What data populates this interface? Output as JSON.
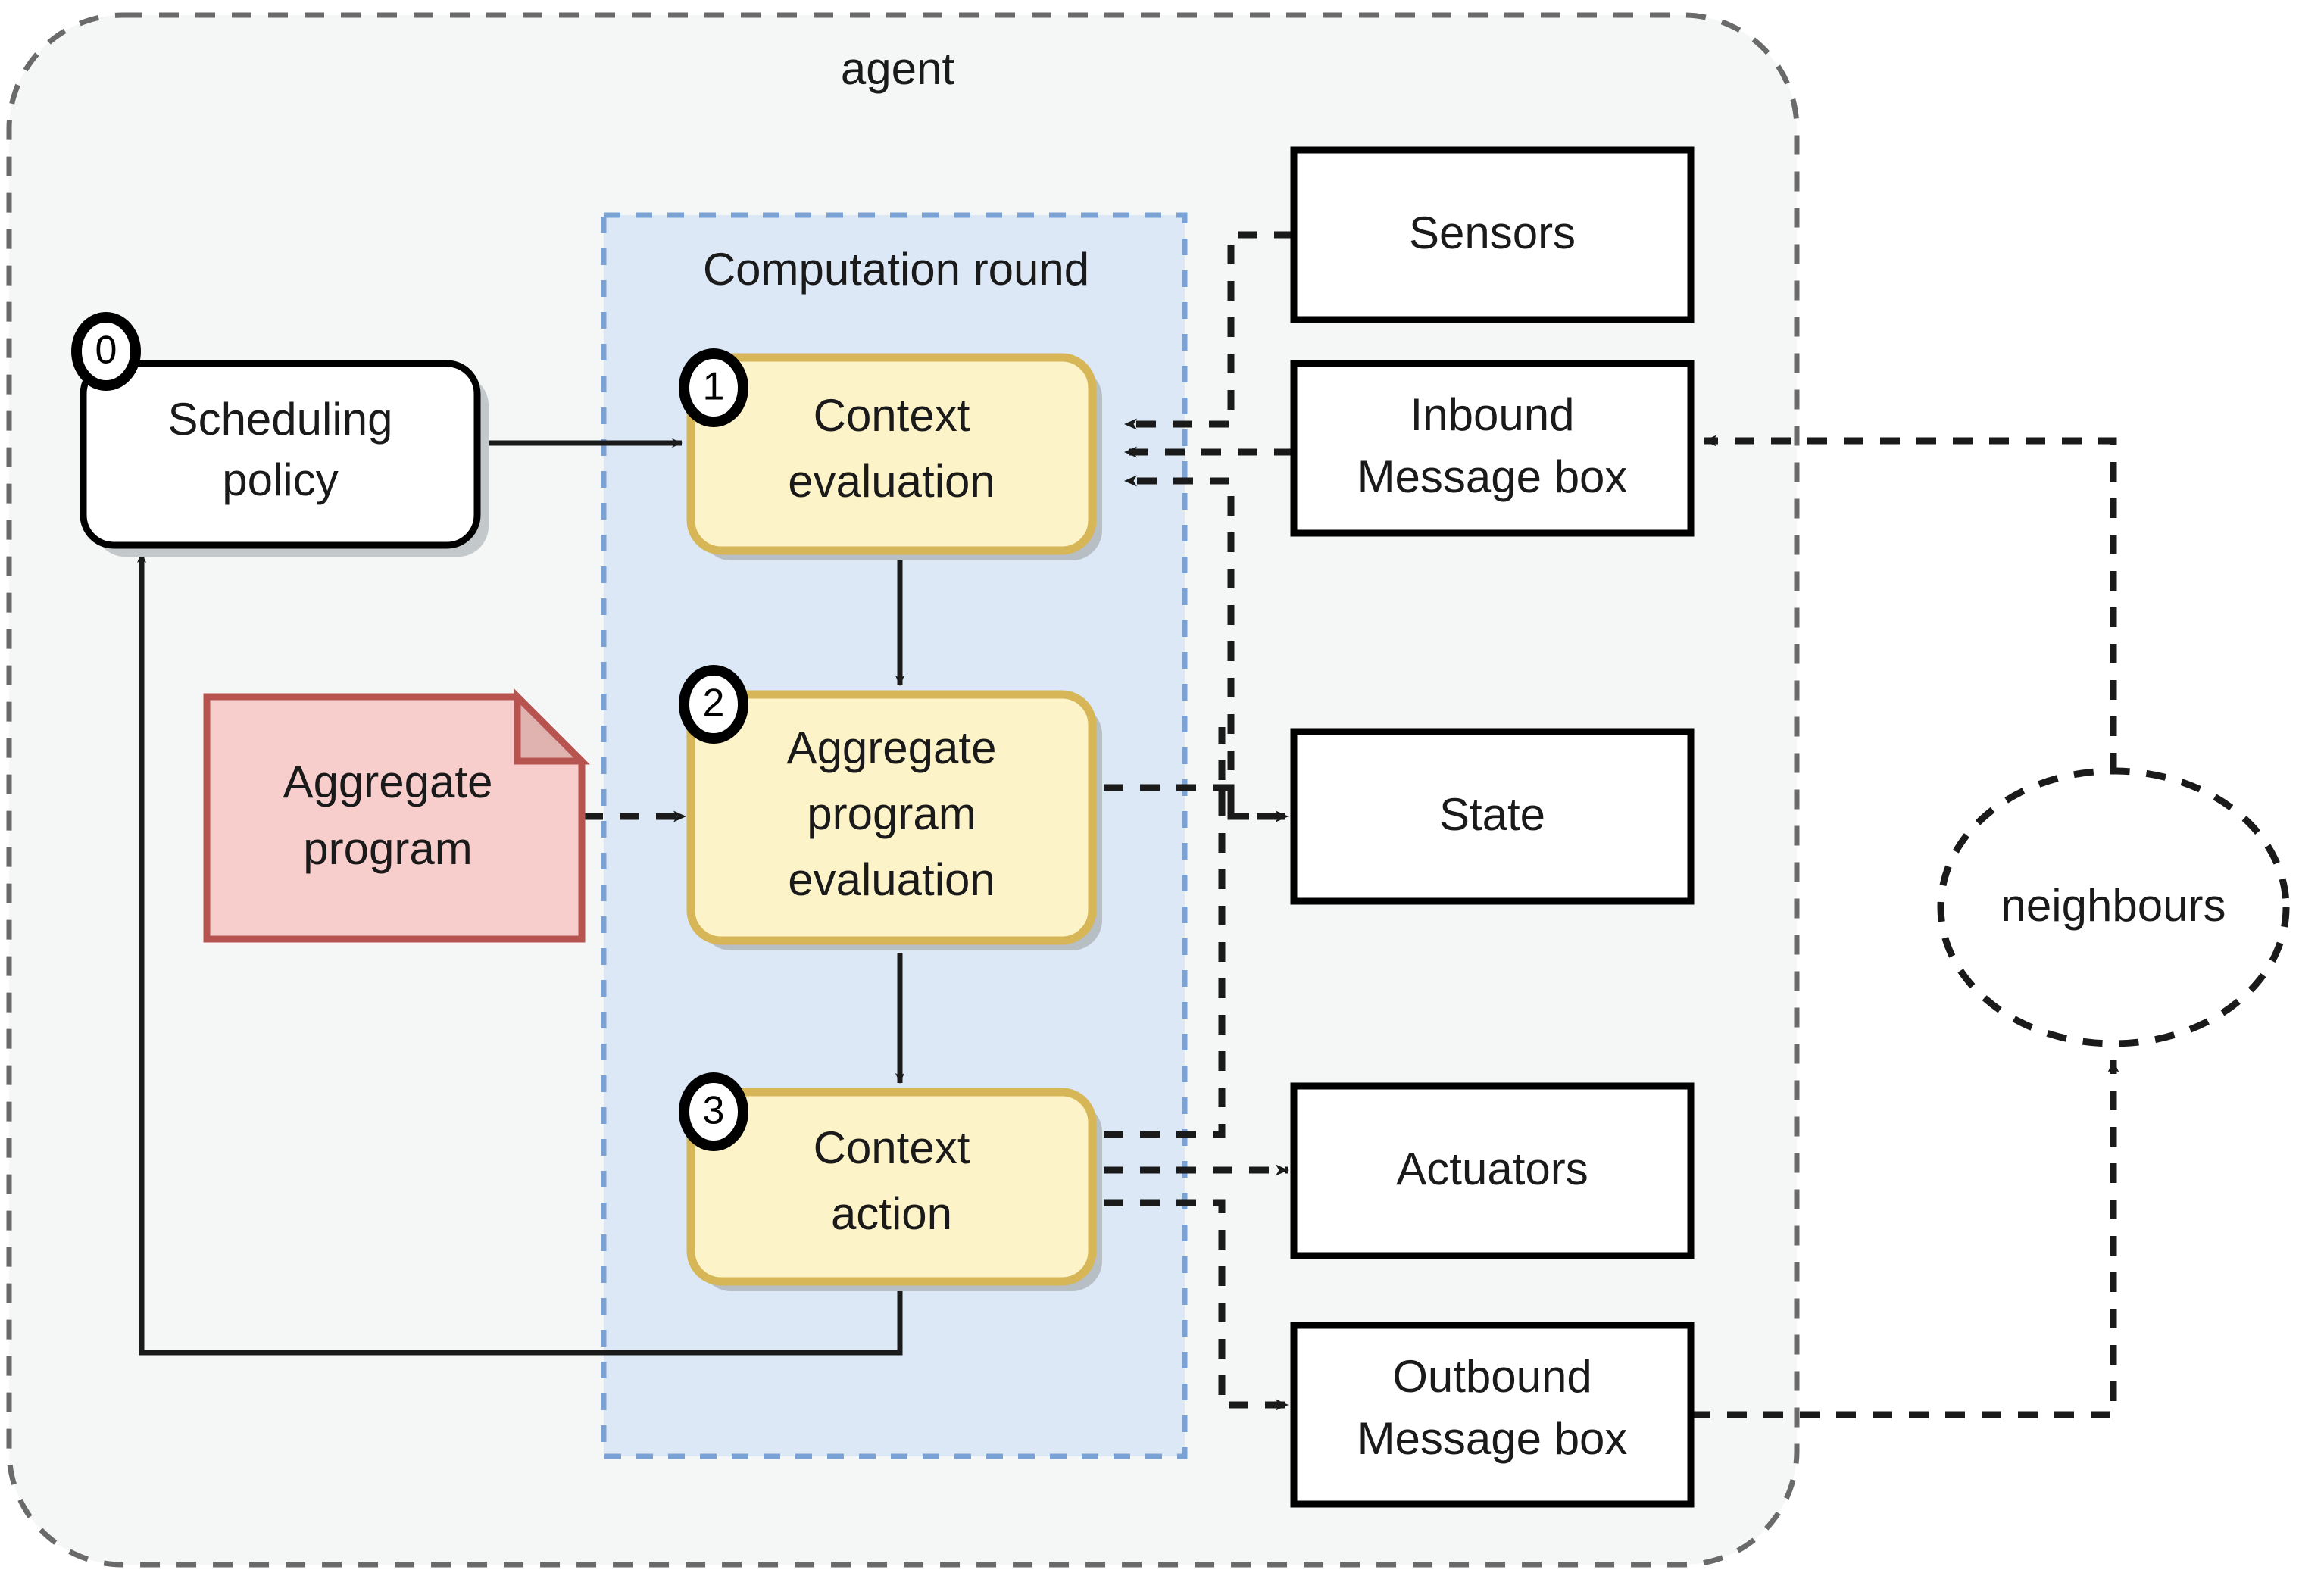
{
  "diagram": {
    "title": "agent",
    "agent_container": {
      "label": "agent"
    },
    "round_container": {
      "label": "Computation round"
    },
    "colors": {
      "agent_fill": "#f4f7f6",
      "agent_stroke": "#666666",
      "round_fill": "#dce8f6",
      "round_stroke": "#7ba2d4",
      "step_fill": "#fdf3c8",
      "step_stroke": "#d6b656",
      "note_fill": "#f8cecc",
      "note_stroke": "#b85450",
      "box_fill": "#ffffff",
      "box_stroke": "#000000",
      "edge": "#1a1a1a",
      "shadow": "#b0b6ba"
    },
    "steps": [
      {
        "badge": "0",
        "label_line1": "Scheduling",
        "label_line2": "policy",
        "label_line3": ""
      },
      {
        "badge": "1",
        "label_line1": "Context",
        "label_line2": "evaluation",
        "label_line3": ""
      },
      {
        "badge": "2",
        "label_line1": "Aggregate",
        "label_line2": "program",
        "label_line3": "evaluation"
      },
      {
        "badge": "3",
        "label_line1": "Context",
        "label_line2": "action",
        "label_line3": ""
      }
    ],
    "note": {
      "label_line1": "Aggregate",
      "label_line2": "program"
    },
    "io_boxes": [
      {
        "name": "sensors",
        "label_line1": "Sensors",
        "label_line2": ""
      },
      {
        "name": "inbound-message-box",
        "label_line1": "Inbound",
        "label_line2": "Message box"
      },
      {
        "name": "state",
        "label_line1": "State",
        "label_line2": ""
      },
      {
        "name": "actuators",
        "label_line1": "Actuators",
        "label_line2": ""
      },
      {
        "name": "outbound-message-box",
        "label_line1": "Outbound",
        "label_line2": "Message box"
      }
    ],
    "neighbours": {
      "label": "neighbours"
    }
  }
}
